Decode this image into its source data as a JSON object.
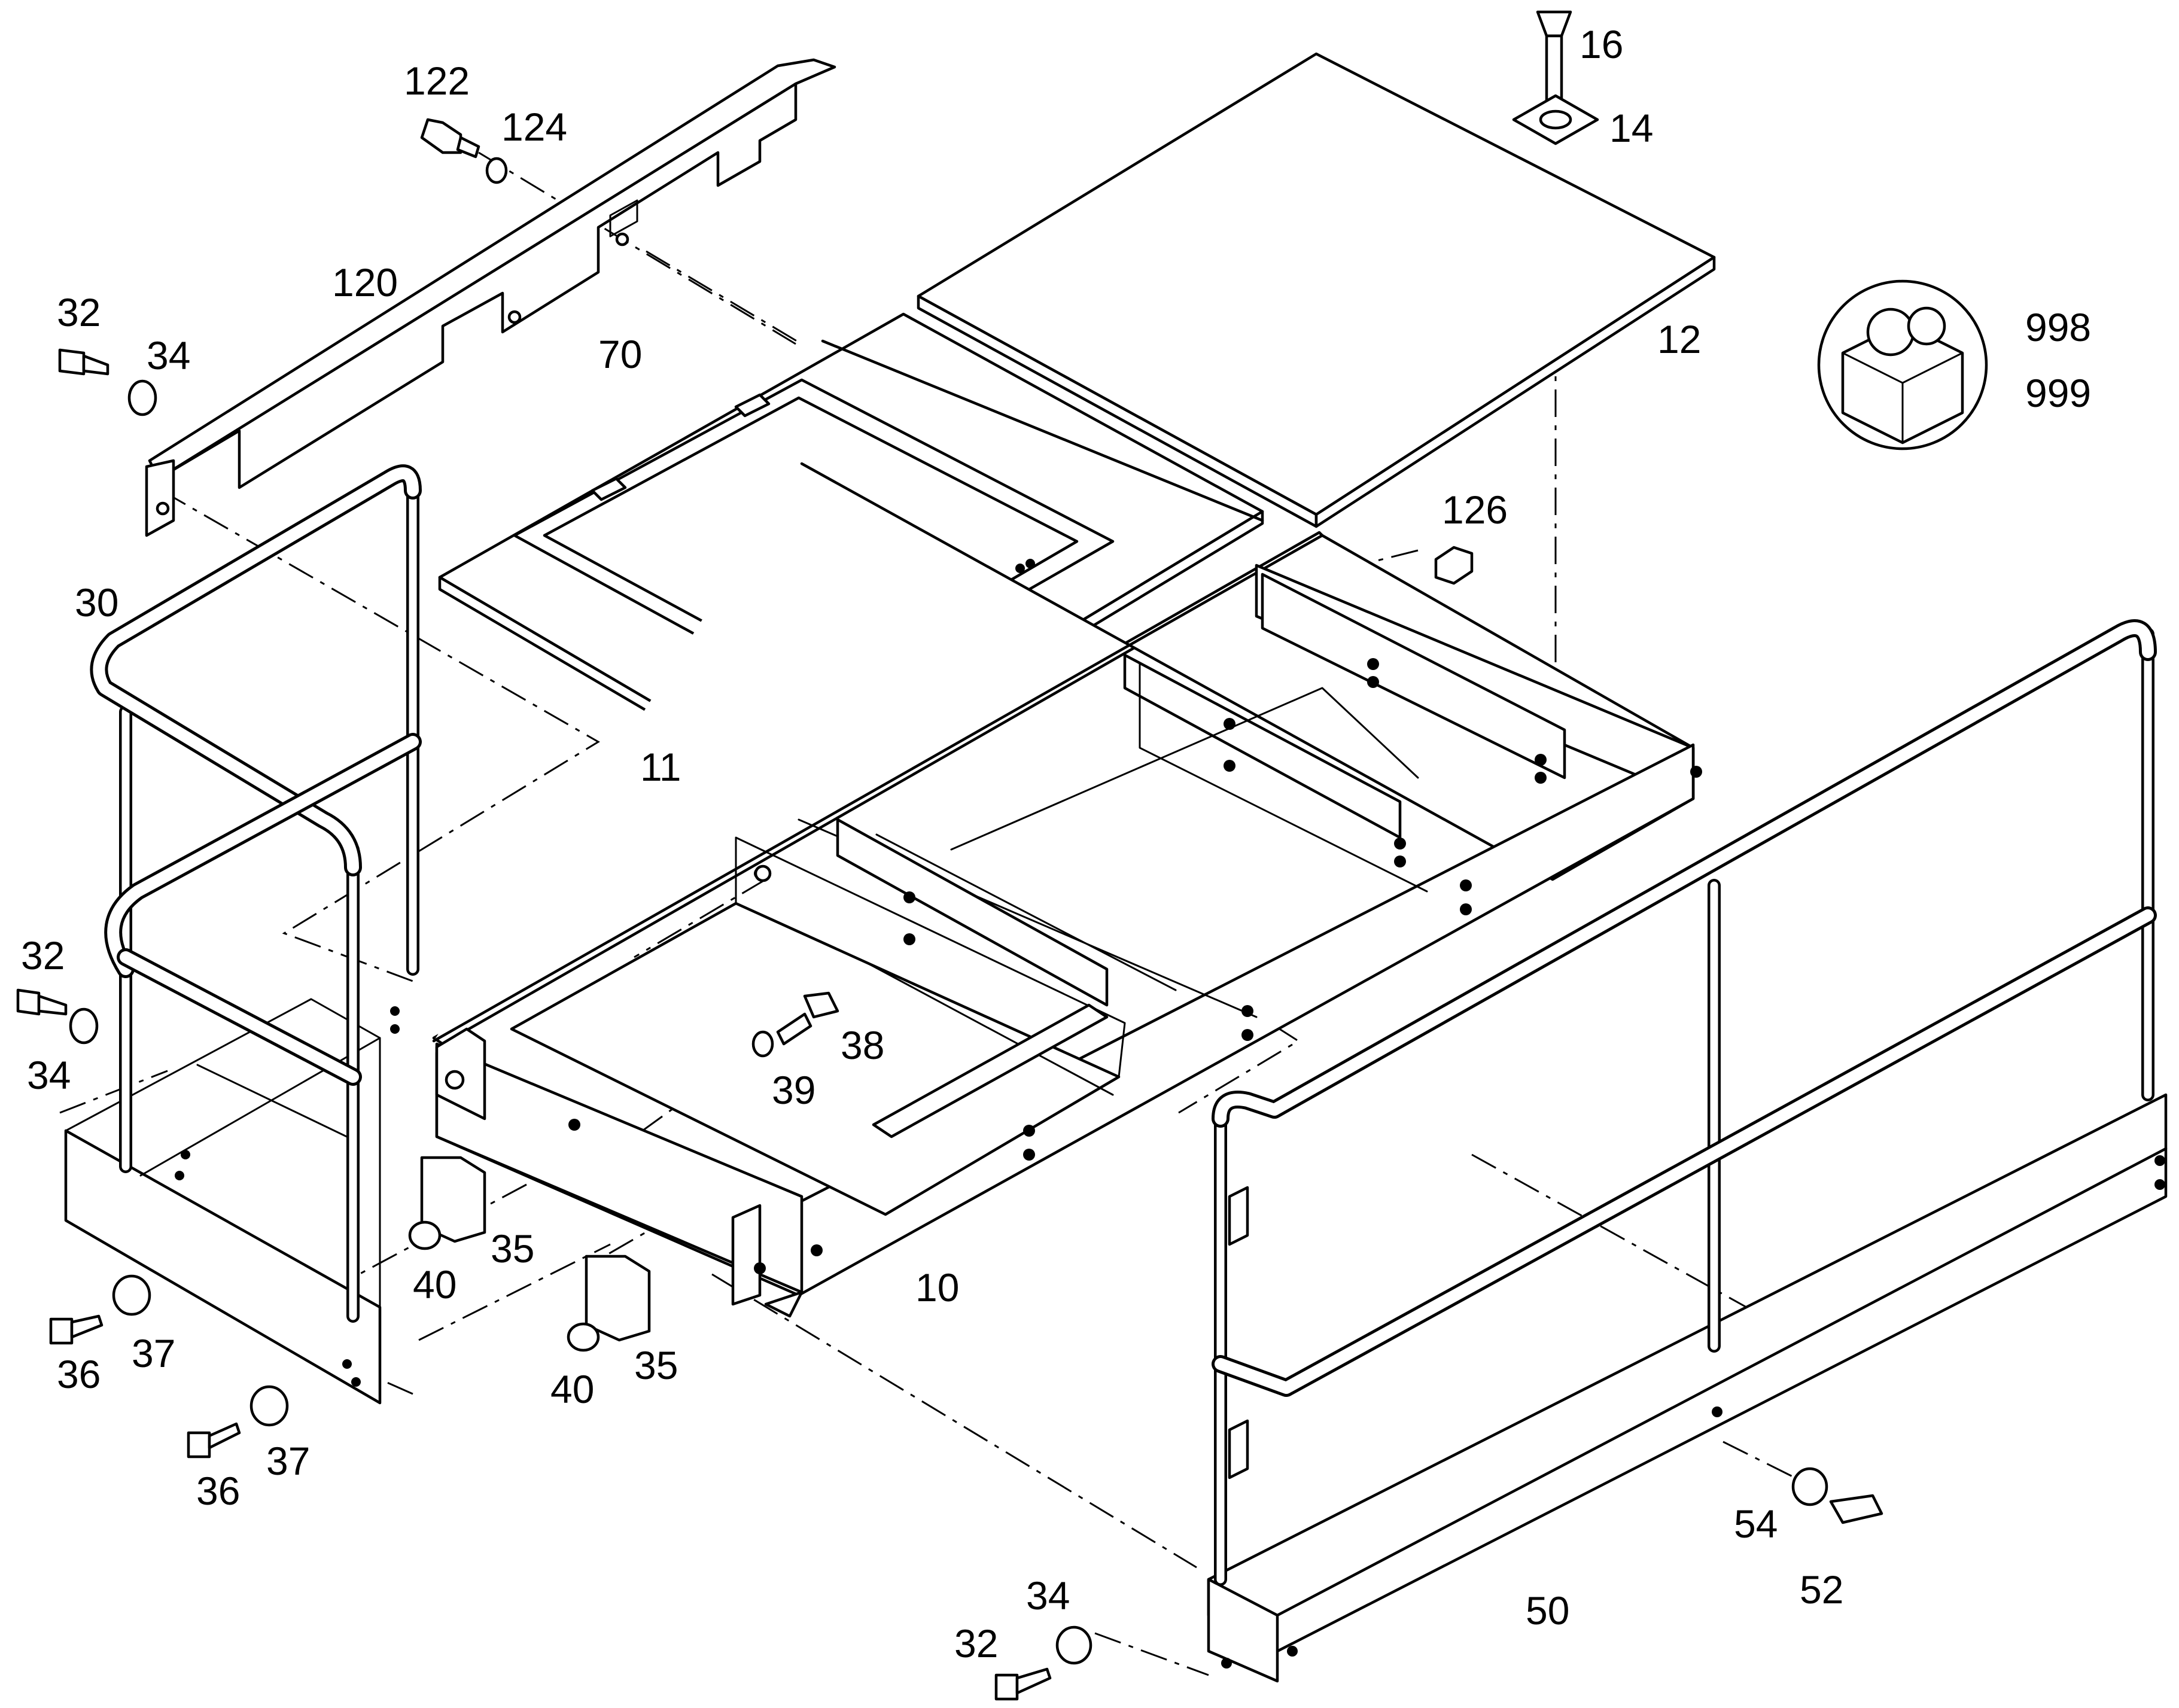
{
  "callouts": {
    "c_122": "122",
    "c_124": "124",
    "c_16": "16",
    "c_14": "14",
    "c_120": "120",
    "c_32_a": "32",
    "c_34_a": "34",
    "c_70": "70",
    "c_12": "12",
    "c_998": "998",
    "c_999": "999",
    "c_126": "126",
    "c_30": "30",
    "c_11": "11",
    "c_32_b": "32",
    "c_34_b": "34",
    "c_38": "38",
    "c_39": "39",
    "c_35_a": "35",
    "c_40_a": "40",
    "c_36_a": "36",
    "c_37_a": "37",
    "c_10": "10",
    "c_40_b": "40",
    "c_35_b": "35",
    "c_36_b": "36",
    "c_37_b": "37",
    "c_54": "54",
    "c_52": "52",
    "c_50": "50",
    "c_34_c": "34",
    "c_32_c": "32"
  },
  "colors": {
    "line": "#000000",
    "background": "#ffffff"
  },
  "icons": {
    "kit": "parts-kit-box-icon"
  }
}
